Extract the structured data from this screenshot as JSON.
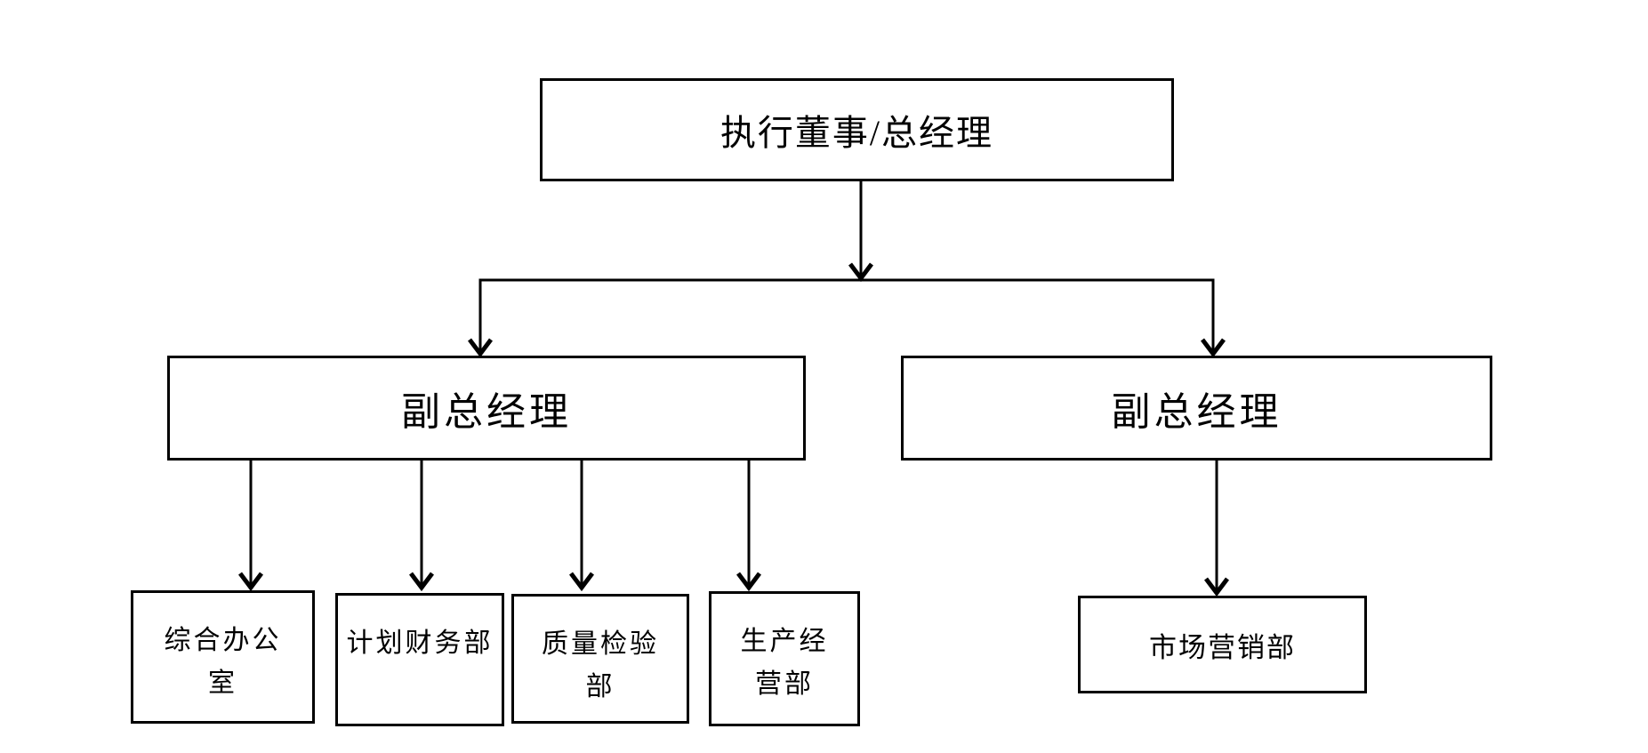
{
  "diagram": {
    "type": "org-chart",
    "background_color": "#ffffff",
    "line_color": "#000000",
    "nodes": {
      "root": {
        "label": "执行董事/总经理"
      },
      "vp_left": {
        "label": "副总经理"
      },
      "vp_right": {
        "label": "副总经理"
      },
      "general_office": {
        "full": "综合办公室",
        "line1": "综合办公",
        "line2": "室"
      },
      "planning_finance": {
        "full": "计划财务部",
        "line1": "计划财务部",
        "line2": ""
      },
      "quality_inspection": {
        "full": "质量检验部",
        "line1": "质量检验",
        "line2": "部"
      },
      "production_operation": {
        "full": "生产经营部",
        "line1": "生产经",
        "line2": "营部"
      },
      "marketing": {
        "label": "市场营销部"
      }
    },
    "edges": [
      {
        "from": "root",
        "to": "vp_left"
      },
      {
        "from": "root",
        "to": "vp_right"
      },
      {
        "from": "vp_left",
        "to": "general_office"
      },
      {
        "from": "vp_left",
        "to": "planning_finance"
      },
      {
        "from": "vp_left",
        "to": "quality_inspection"
      },
      {
        "from": "vp_left",
        "to": "production_operation"
      },
      {
        "from": "vp_right",
        "to": "marketing"
      }
    ]
  }
}
